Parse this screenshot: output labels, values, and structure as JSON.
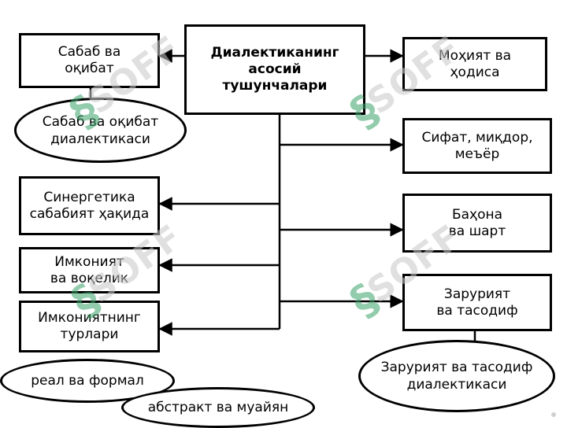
{
  "center": {
    "label": "Диалектиканинг\nасосий\nтушунчалари"
  },
  "left": [
    {
      "label": "Сабаб ва\nоқибат"
    },
    {
      "label": "Синергетика\nсабабият ҳақида"
    },
    {
      "label": "Имконият\nва воқелик"
    },
    {
      "label": "Имкониятнинг\nтурлари"
    }
  ],
  "right": [
    {
      "label": "Моҳият ва\nҳодиса"
    },
    {
      "label": "Сифат, миқдор,\nмеъёр"
    },
    {
      "label": "Баҳона\nва шарт"
    },
    {
      "label": "Зарурият\nва тасодиф"
    }
  ],
  "ovals": {
    "cause": "Сабаб ва оқибат\nдиалектикаси",
    "necessity": "Зарурият ва тасодиф\nдиалектикаси",
    "real": "реал ва формал",
    "abstract": "абстракт ва муайян"
  },
  "watermark": {
    "text": "SOFF",
    "glyph": "§",
    "color": "#3aa36a"
  }
}
